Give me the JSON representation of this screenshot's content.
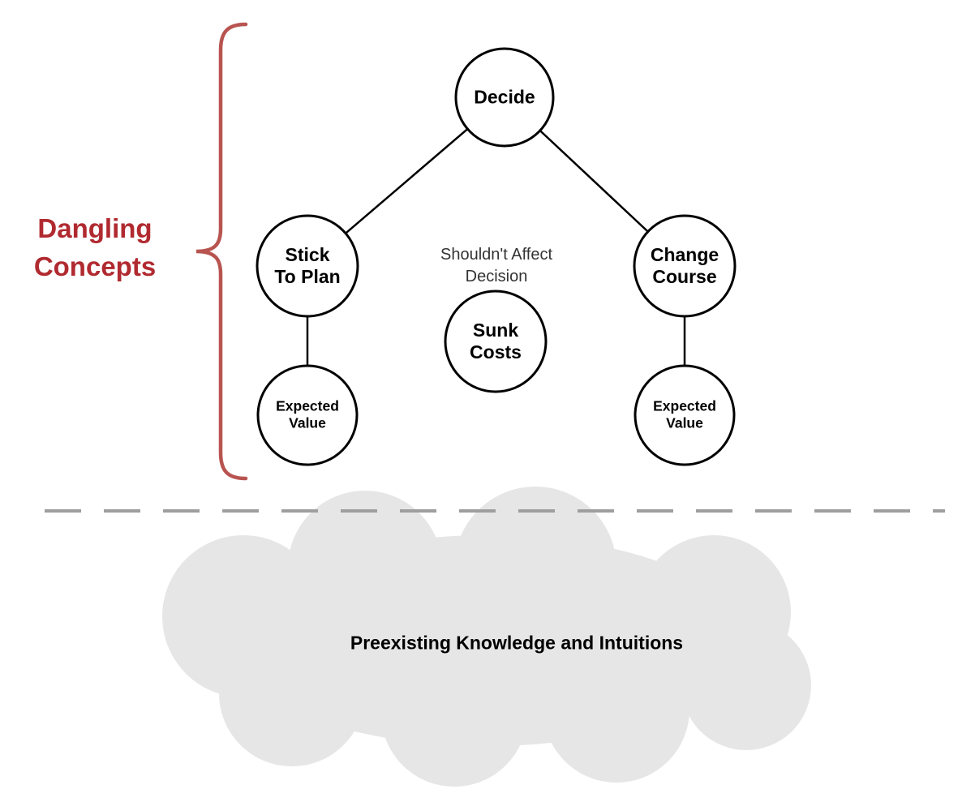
{
  "diagram": {
    "title": "Dangling\nConcepts",
    "note": "Shouldn't Affect\nDecision",
    "nodes": {
      "decide": "Decide",
      "stick_to_plan": "Stick\nTo Plan",
      "change_course": "Change\nCourse",
      "sunk_costs": "Sunk\nCosts",
      "expected_value_left": "Expected\nValue",
      "expected_value_right": "Expected\nValue"
    },
    "cloud_label": "Preexisting Knowledge and Intuitions",
    "colors": {
      "accent_red_text": "#b02a30",
      "accent_red_brace": "#b85450",
      "node_stroke": "#000000",
      "node_fill": "#ffffff",
      "cloud_fill": "#e6e6e6",
      "divider_gray": "#9e9e9e"
    }
  }
}
